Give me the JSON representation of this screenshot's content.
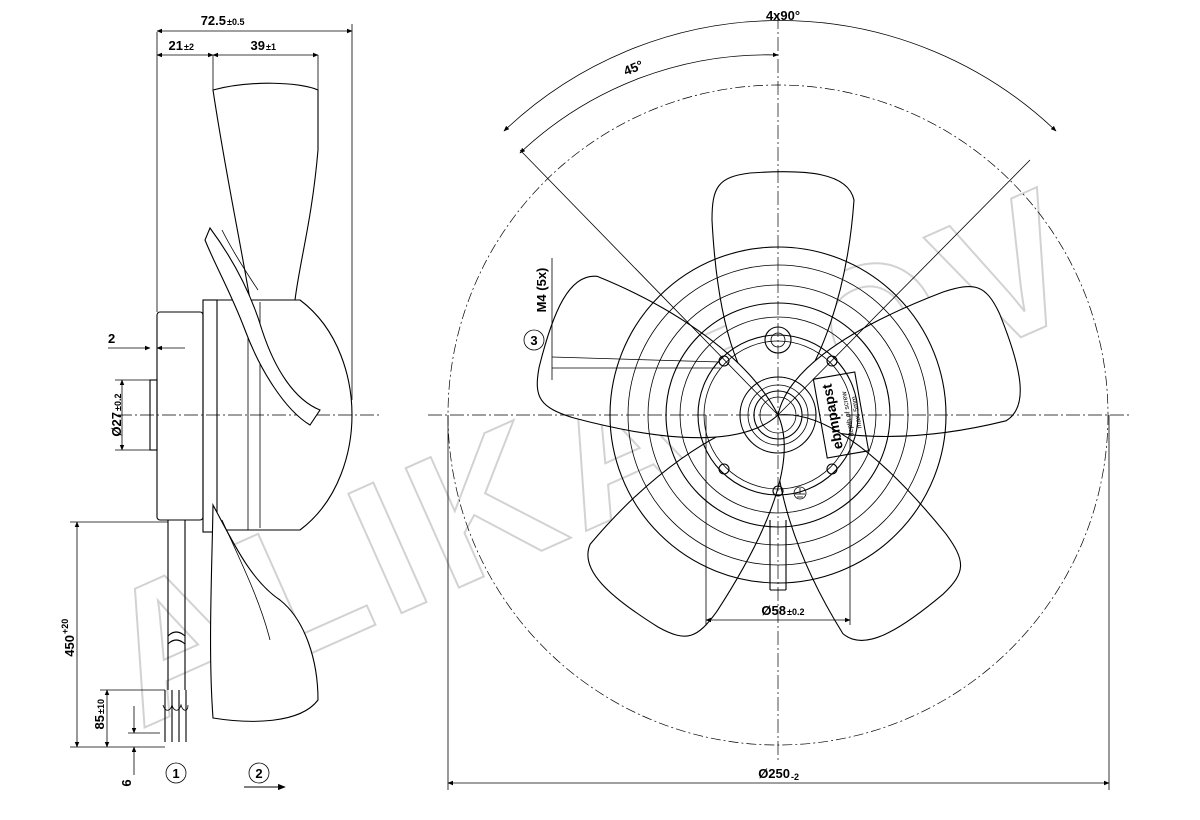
{
  "side_view": {
    "overall_length": "72.5",
    "overall_length_tol": "±0.5",
    "hub_depth": "21",
    "hub_depth_tol": "±2",
    "blade_depth": "39",
    "blade_depth_tol": "±1",
    "flange_offset": "2",
    "shaft_diameter": "Ø27",
    "shaft_diameter_tol": "±0.2",
    "cable_length": "450",
    "cable_length_tol": "+20",
    "lead_length": "85",
    "lead_length_tol": "±10",
    "strip_length": "6",
    "marker_1": "1",
    "marker_2": "2"
  },
  "front_view": {
    "angle_spacing": "4x90°",
    "angle_offset": "45°",
    "screw_spec": "M4 (5x)",
    "marker_3": "3",
    "bolt_circle": "Ø58",
    "bolt_circle_tol": "±0.2",
    "outer_diameter": "Ø250",
    "outer_diameter_tol": "-2"
  },
  "label": {
    "brand": "ebmpapst",
    "note_line1": "depth of screw",
    "note_line2": "max. 5mm"
  },
  "watermark": {
    "text": "ALIKAZOV"
  }
}
